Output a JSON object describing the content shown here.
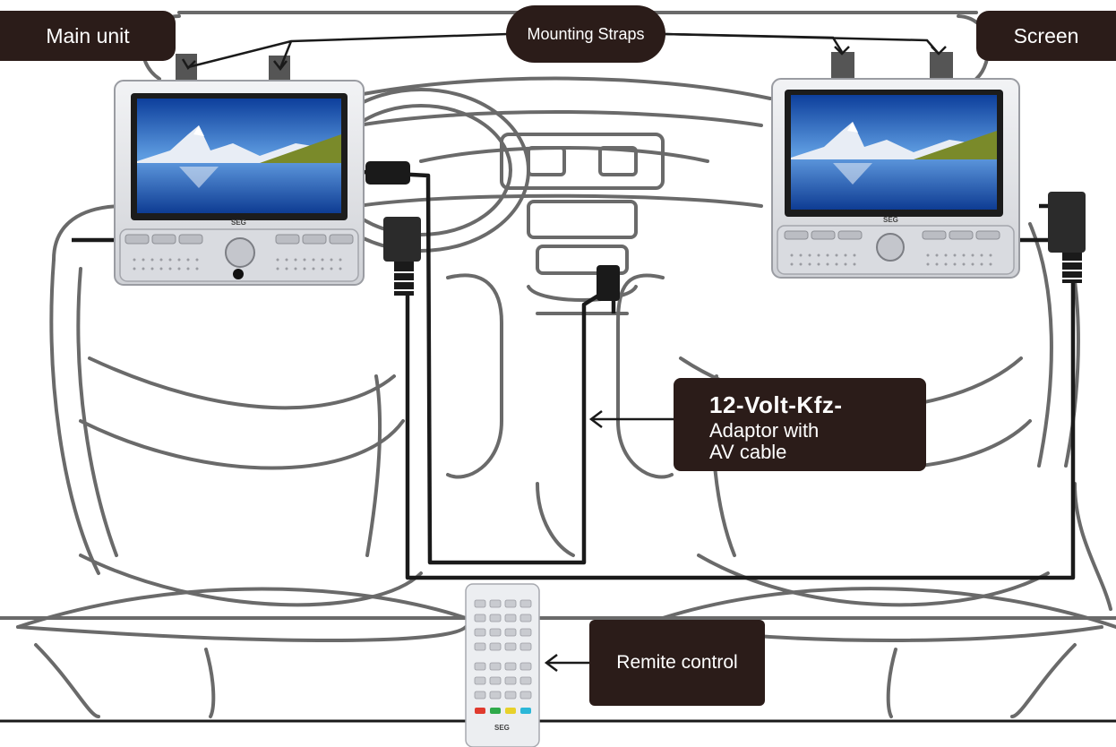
{
  "labels": {
    "main_unit": "Main unit",
    "mounting_straps": "Mounting Straps",
    "screen": "Screen",
    "adaptor_line1": "12-Volt-Kfz-",
    "adaptor_line2": "Adaptor with",
    "adaptor_line3": "AV cable",
    "remote": "Remite control"
  },
  "devices": {
    "brand": "SEG"
  },
  "colors": {
    "label_bg": "#2b1c19",
    "label_text": "#ffffff",
    "sketch_line": "#6a6a6a",
    "cable": "#1a1a1a",
    "device_body": "#e4e5e8",
    "screen_sky": "#1e5fbf",
    "remote_red": "#e03a2e",
    "remote_green": "#2faa4a",
    "remote_yellow": "#e8d12a",
    "remote_cyan": "#2bb7d8"
  }
}
